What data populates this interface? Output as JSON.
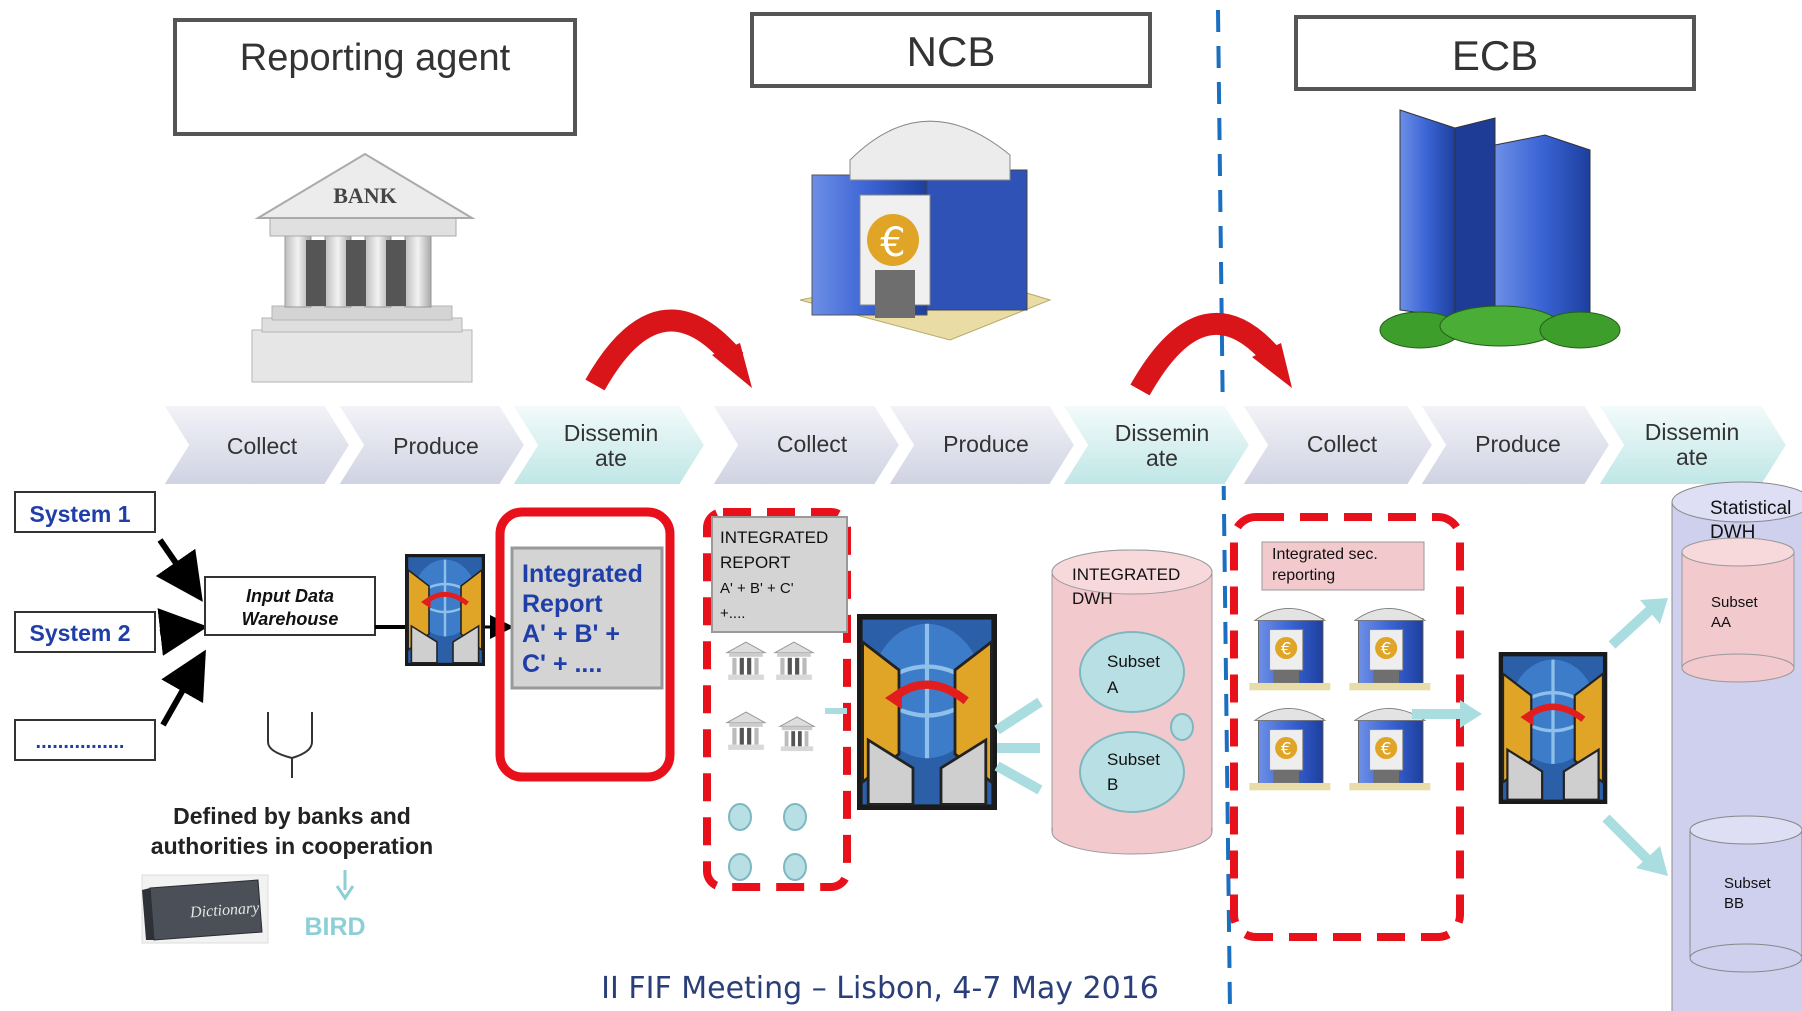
{
  "roles": {
    "reporting_agent": "Reporting agent",
    "ncb": "NCB",
    "ecb": "ECB"
  },
  "bank_sign": "BANK",
  "process_steps": {
    "collect": "Collect",
    "produce": "Produce",
    "disseminate_line1": "Dissemin",
    "disseminate_line2": "ate"
  },
  "systems": [
    "System 1",
    "System 2",
    "................"
  ],
  "input_dwh": {
    "line1": "Input Data",
    "line2": "Warehouse"
  },
  "integrated_report": {
    "line1": "Integrated",
    "line2": "Report",
    "line3": "A' + B' +",
    "line4": "C' + ...."
  },
  "ncb_report": {
    "line1": "INTEGRATED",
    "line2": "REPORT",
    "line3": "A' + B' + C'",
    "line4": "+...."
  },
  "integrated_dwh": {
    "line1": "INTEGRATED",
    "line2": "DWH",
    "subset_a_1": "Subset",
    "subset_a_2": "A",
    "subset_b_1": "Subset",
    "subset_b_2": "B"
  },
  "ecb_box": {
    "line1": "Integrated sec.",
    "line2": "reporting"
  },
  "stat_dwh": {
    "line1": "Statistical",
    "line2": "DWH",
    "subset_aa_1": "Subset",
    "subset_aa_2": "AA",
    "subset_bb_1": "Subset",
    "subset_bb_2": "BB"
  },
  "defined_by": {
    "line1": "Defined by banks and",
    "line2": "authorities in cooperation"
  },
  "dictionary": "Dictionary",
  "bird": "BIRD",
  "footer": "II FIF Meeting – Lisbon, 4-7 May 2016",
  "colors": {
    "red_outline": "#e8101a",
    "blue_divider": "#1a6fc0",
    "chevron_fill": "#e0e2ec",
    "pink_db": "#f2c9cd",
    "lavender_db": "#cfcfee",
    "teal_arrow": "#a9dde0",
    "system_label": "#1f3ea8"
  }
}
